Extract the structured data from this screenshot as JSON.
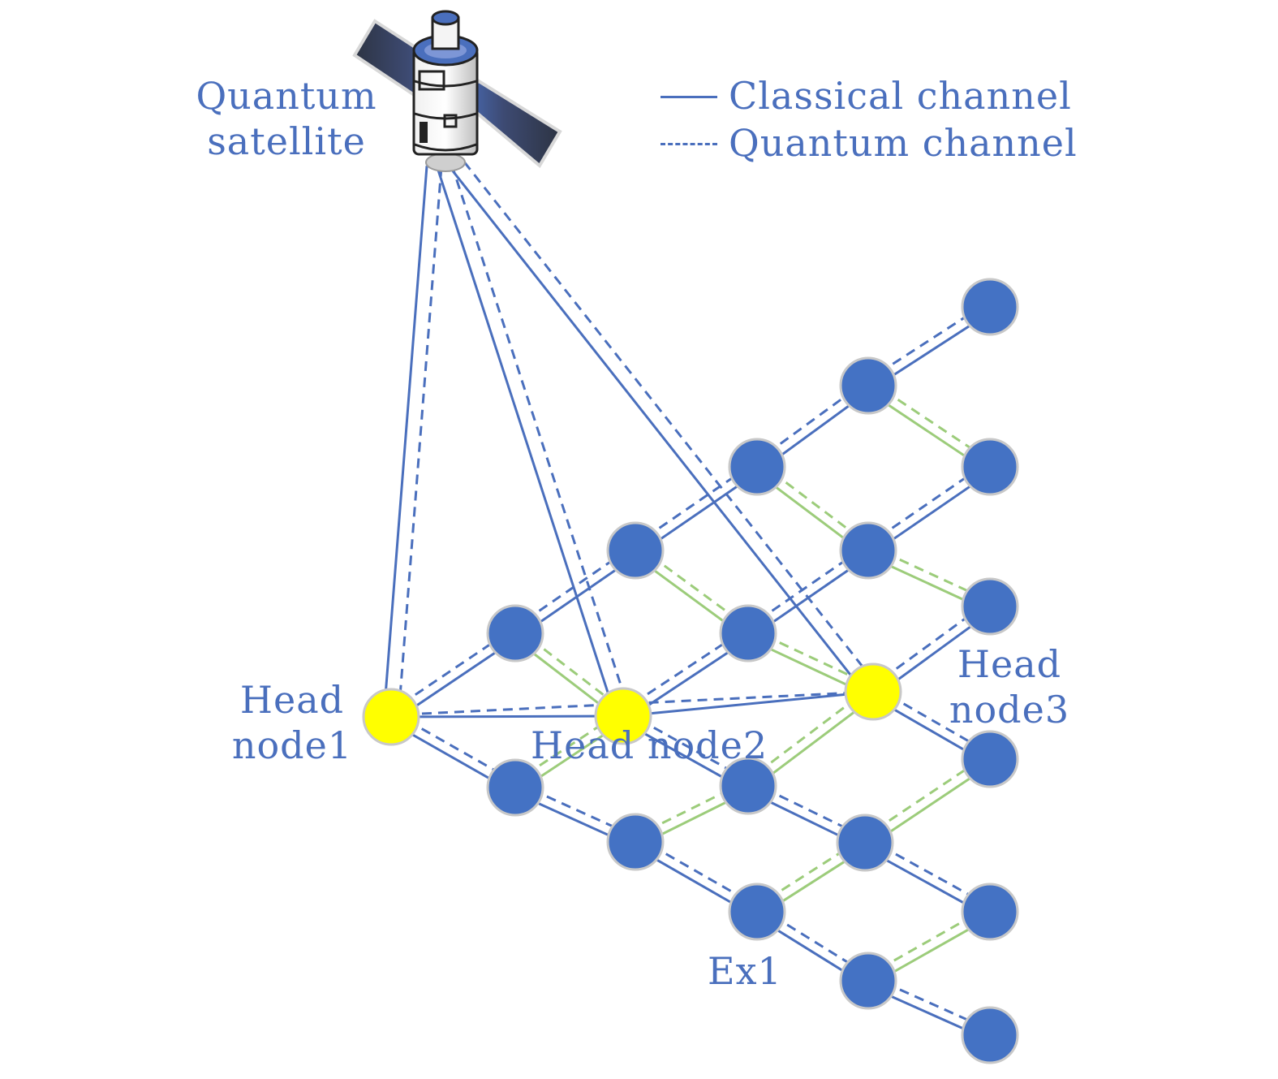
{
  "colors": {
    "accent": "#4a6fbd",
    "node_fill": "#4472c4",
    "head_node_fill": "#ffff00",
    "node_stroke": "#c8c8c8",
    "intra_link": "#9ccc7a"
  },
  "labels": {
    "satellite_line1": "Quantum",
    "satellite_line2": "satellite",
    "legend_classical": "Classical channel",
    "legend_quantum": "Quantum channel",
    "head1_line1": "Head",
    "head1_line2": "node1",
    "head2": "Head node2",
    "head3_line1": "Head",
    "head3_line2": "node3",
    "ex1": "Ex1"
  },
  "icons": {
    "satellite": "satellite-icon"
  }
}
